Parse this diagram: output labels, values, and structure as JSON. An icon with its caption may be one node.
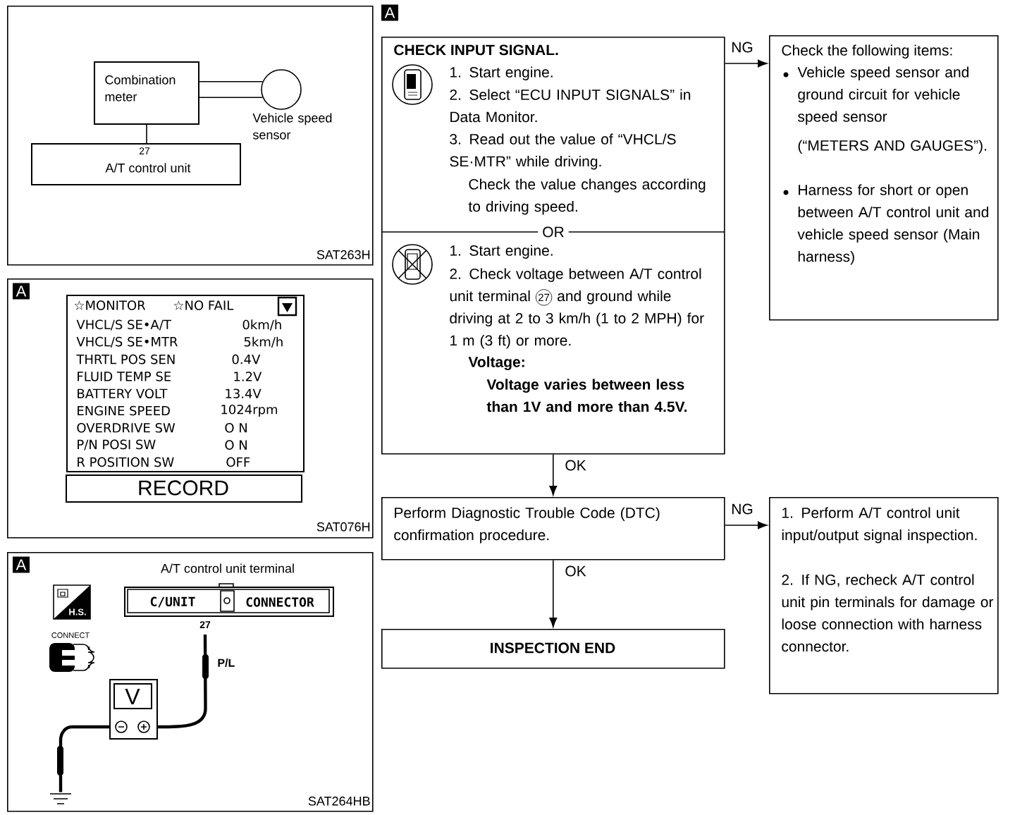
{
  "diagram": {
    "nodes": [
      {
        "text": [
          "SAT263H"
        ]
      },
      {
        "text": [
          "Combination meter"
        ],
        "in": 0
      },
      {
        "text": [],
        "shape": "circle",
        "in": 0,
        "beside": [
          "Vehicle speed sensor"
        ]
      },
      {
        "text": [
          "27",
          "A/T control unit"
        ],
        "in": 0
      },
      {
        "text": [
          "SAT076H"
        ]
      },
      {
        "text": [
          "☆MONITOR",
          "☆NO FAIL",
          "VHCL/S SE•A/T",
          "0km/h",
          "VHCL/S SE•MTR",
          "5km/h",
          "THRTL POS SEN",
          "0.4V",
          "FLUID TEMP SE",
          "1.2V",
          "BATTERY VOLT",
          "13.4V",
          "ENGINE SPEED",
          "1024rpm",
          "OVERDRIVE SW",
          "O N",
          "P/N POSI SW",
          "O N",
          "R POSITION SW",
          "OFF"
        ],
        "in": 4
      },
      {
        "text": [
          "RECORD"
        ],
        "in": 4
      },
      {
        "text": [
          "SAT264HB"
        ]
      },
      {
        "text": [
          "A/T control unit terminal",
          "C/UNIT",
          "CONNECTOR"
        ],
        "in": 7,
        "beside": [
          "27"
        ]
      },
      {
        "text": [
          "V"
        ],
        "in": 7
      },
      {
        "text": [],
        "shape": "ground",
        "in": 7
      },
      {
        "text": [
          "CHECK INPUT SIGNAL.",
          "1. Start engine.",
          "2. Select “ECU INPUT SIGNALS” in Data Monitor.",
          "3. Read out the value of “VHCL/S SE·MTR” while driving.",
          "Check the value changes according to driving speed.",
          "OR",
          "1. Start engine.",
          "2. Check voltage between A/T control unit terminal",
          "27",
          "and ground while driving at 2 to 3 km/h (1 to 2 MPH) for 1 m (3 ft) or more.",
          "Voltage:",
          "Voltage varies between less than 1V and more than 4.5V."
        ]
      },
      {
        "text": [
          "Check the following items:",
          "Vehicle speed sensor and ground circuit for vehicle speed sensor",
          "(“METERS AND GAUGES”).",
          "Harness for short or open between A/T control unit and vehicle speed sensor (Main harness)"
        ]
      },
      {
        "text": [
          "Perform Diagnostic Trouble Code (DTC) confirmation procedure."
        ]
      },
      {
        "text": [
          "1. Perform A/T control unit input/output signal inspection.",
          "2. If NG, recheck A/T control unit pin terminals for damage or loose connection with harness connector."
        ]
      },
      {
        "text": [
          "INSPECTION END"
        ]
      }
    ],
    "edges": [
      {
        "from": 1,
        "to": 2,
        "arrow": "none"
      },
      {
        "from": 1,
        "to": 2,
        "arrow": "none"
      },
      {
        "from": 1,
        "to": 3,
        "arrow": "none"
      },
      {
        "from": 8,
        "to": 9,
        "arrow": "none",
        "label": "P/L",
        "style": "thick"
      },
      {
        "from": 9,
        "to": 10,
        "arrow": "none",
        "style": "thick"
      },
      {
        "from": 11,
        "to": 12,
        "arrow": "to",
        "label": "NG"
      },
      {
        "from": 11,
        "to": 13,
        "arrow": "to",
        "label": "OK"
      },
      {
        "from": 13,
        "to": 14,
        "arrow": "to",
        "label": "NG"
      },
      {
        "from": 13,
        "to": 15,
        "arrow": "to",
        "label": "OK"
      }
    ],
    "labels": [
      "A",
      "A",
      "A",
      "H.S.",
      "CONNECT"
    ]
  }
}
